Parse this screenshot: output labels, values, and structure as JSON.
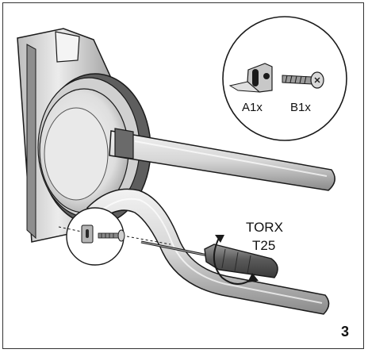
{
  "parts": {
    "a_label": "A1x",
    "b_label": "B1x"
  },
  "tool": {
    "line1": "TORX",
    "line2": "T25"
  },
  "step_number": "3",
  "colors": {
    "stroke": "#1a1a1a",
    "light_grey": "#d9d9d9",
    "mid_grey": "#a6a6a6",
    "dark_grey": "#5c5c5c",
    "handle": "#6b6b6b"
  }
}
